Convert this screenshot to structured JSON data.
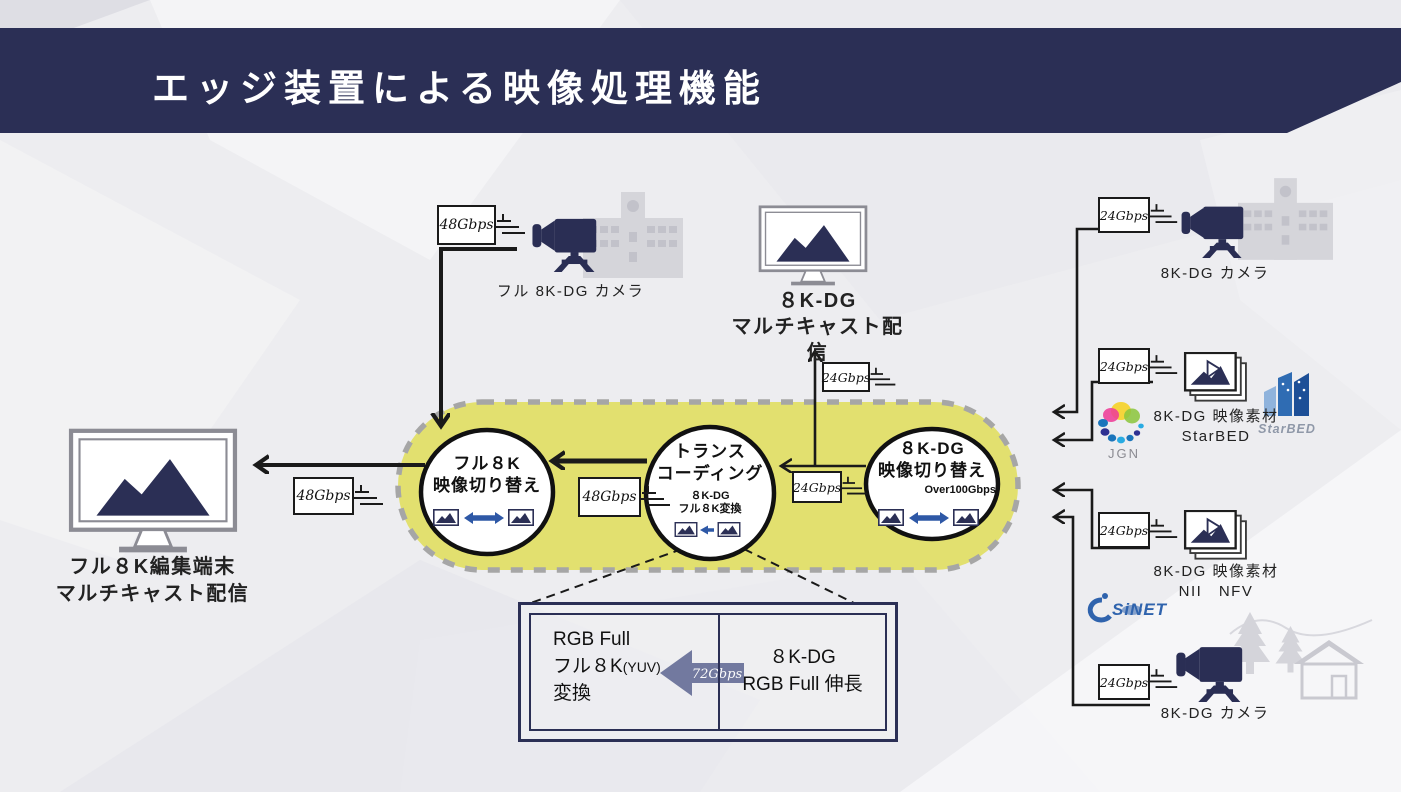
{
  "title": "エッジ装置による映像処理機能",
  "sources_left": {
    "camera": {
      "label": "フル 8K-DG カメラ",
      "rate": "48Gbps"
    }
  },
  "outputs": {
    "edit_terminal": {
      "line1": "フル８K編集端末",
      "line2": "マルチキャスト配信",
      "rate": "48Gbps"
    },
    "multicast": {
      "line1": "８K-DG",
      "line2": "マルチキャスト配信",
      "rate": "24Gbps"
    }
  },
  "edge_pill": {
    "circle_full8k_switch": {
      "line1": "フル８K",
      "line2": "映像切り替え"
    },
    "circle_transcoding": {
      "line1": "トランス",
      "line2": "コーディング",
      "sub_line1": "８K-DG",
      "sub_line2": "フル８K変換"
    },
    "circle_8kdg_switch": {
      "line1": "８K-DG",
      "line2": "映像切り替え",
      "sub": "Over100Gbps"
    },
    "rate_transcode_to_full8k": "48Gbps",
    "rate_8kdg_to_transcode": "24Gbps"
  },
  "detail_box": {
    "left_line1": "RGB Full",
    "left_line2": "フル８K",
    "left_line2_small": "(YUV)",
    "left_line3": "変換",
    "arrow_rate": "72Gbps",
    "right_line1": "８K-DG",
    "right_line2": "RGB Full 伸長"
  },
  "sources_right": [
    {
      "label": "8K-DG カメラ",
      "rate": "24Gbps"
    },
    {
      "line1": "8K-DG 映像素材",
      "line2": "StarBED",
      "rate": "24Gbps"
    },
    {
      "line1": "8K-DG 映像素材",
      "line2": "NII　NFV",
      "rate": "24Gbps"
    },
    {
      "label": "8K-DG カメラ",
      "rate": "24Gbps"
    }
  ],
  "logos": {
    "jgn": "JGN",
    "starbed": "StarBED",
    "sinet": "SiNET"
  },
  "colors": {
    "navy": "#2b2f55",
    "pill_yellow": "#e2e06f",
    "icon_blue": "#2e58a6",
    "background": "#ededf0"
  }
}
